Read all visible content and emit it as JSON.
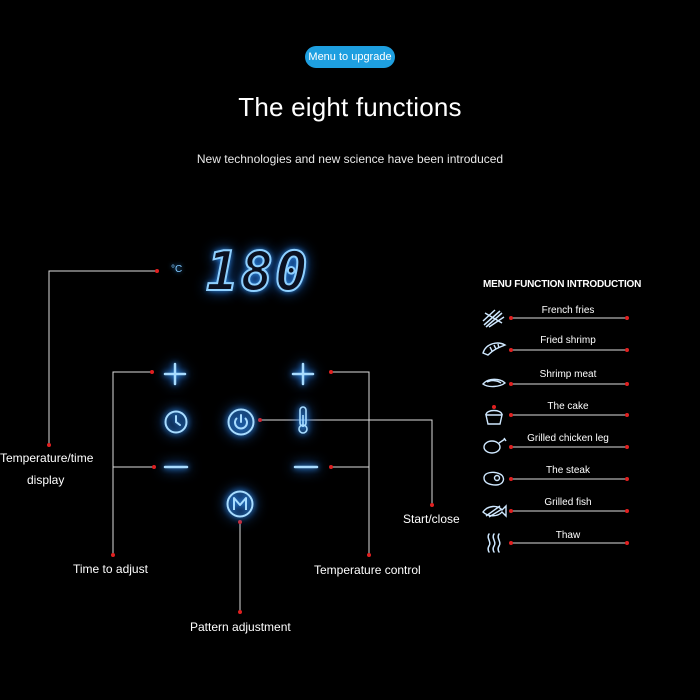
{
  "header": {
    "badge": "Menu to upgrade",
    "title": "The eight functions",
    "subtitle": "New technologies and new science have been introduced"
  },
  "panel": {
    "temperature_value": "180",
    "temperature_unit": "°C"
  },
  "labels": {
    "temp_time_display_line1": "Temperature/time",
    "temp_time_display_line2": "display",
    "time_to_adjust": "Time to adjust",
    "temperature_control": "Temperature control",
    "start_close": "Start/close",
    "pattern_adjustment": "Pattern adjustment"
  },
  "menu": {
    "title": "MENU FUNCTION INTRODUCTION",
    "items": [
      {
        "label": "French fries",
        "icon": "fries-icon"
      },
      {
        "label": "Fried shrimp",
        "icon": "shrimp-icon"
      },
      {
        "label": "Shrimp meat",
        "icon": "shrimp-meat-icon"
      },
      {
        "label": "The cake",
        "icon": "cake-icon"
      },
      {
        "label": "Grilled chicken leg",
        "icon": "chicken-leg-icon"
      },
      {
        "label": "The steak",
        "icon": "steak-icon"
      },
      {
        "label": "Grilled fish",
        "icon": "fish-icon"
      },
      {
        "label": "Thaw",
        "icon": "thaw-icon"
      }
    ]
  },
  "colors": {
    "accent_blue": "#1e9fe0",
    "glow_blue": "#3aa0ff",
    "marker_red": "#e02020"
  }
}
